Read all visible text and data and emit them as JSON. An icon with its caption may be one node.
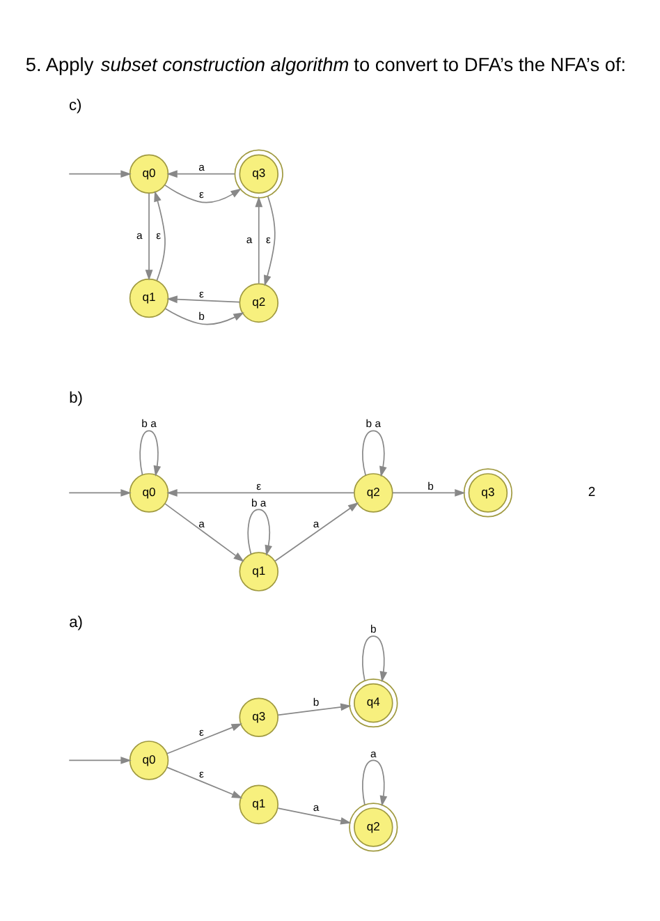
{
  "diagram": {
    "title": "5. Apply *subset construction algorithm* to convert to DFA’s the NFA’s of:",
    "nodes": [
      {
        "text": [
          "q0"
        ]
      },
      {
        "text": [
          "q1"
        ]
      },
      {
        "text": [
          "q2"
        ]
      },
      {
        "text": [
          "q3"
        ]
      },
      {
        "text": [
          "q4"
        ]
      },
      {
        "text": [
          "q0"
        ]
      },
      {
        "text": [
          "q1"
        ]
      },
      {
        "text": [
          "q2"
        ]
      },
      {
        "text": [
          "q3"
        ]
      },
      {
        "text": [
          "q0"
        ]
      },
      {
        "text": [
          "q3"
        ]
      },
      {
        "text": [
          "q1"
        ]
      },
      {
        "text": [
          "q2"
        ]
      }
    ],
    "edges": [
      {
        "from": null,
        "to": 0,
        "arrow": "to"
      },
      {
        "from": 0,
        "to": 1,
        "arrow": "to",
        "label": "ε"
      },
      {
        "from": 0,
        "to": 3,
        "arrow": "to",
        "label": "ε"
      },
      {
        "from": 1,
        "to": 2,
        "arrow": "to",
        "label": "a"
      },
      {
        "from": 2,
        "to": 2,
        "arrow": "to",
        "label": "a"
      },
      {
        "from": 3,
        "to": 4,
        "arrow": "to",
        "label": "b"
      },
      {
        "from": 4,
        "to": 4,
        "arrow": "to",
        "label": "b"
      },
      {
        "from": null,
        "to": 5,
        "arrow": "to"
      },
      {
        "from": 5,
        "to": 5,
        "arrow": "to",
        "label": "b a"
      },
      {
        "from": 5,
        "to": 6,
        "arrow": "to",
        "label": "a"
      },
      {
        "from": 6,
        "to": 6,
        "arrow": "to",
        "label": "b a"
      },
      {
        "from": 6,
        "to": 7,
        "arrow": "to",
        "label": "a"
      },
      {
        "from": 7,
        "to": 7,
        "arrow": "to",
        "label": "b a"
      },
      {
        "from": 7,
        "to": 5,
        "arrow": "to",
        "label": "ε"
      },
      {
        "from": 7,
        "to": 8,
        "arrow": "to",
        "label": "b"
      },
      {
        "from": null,
        "to": 9,
        "arrow": "to"
      },
      {
        "from": 9,
        "to": 10,
        "arrow": "to",
        "label": "ε"
      },
      {
        "from": 10,
        "to": 9,
        "arrow": "to",
        "label": "a"
      },
      {
        "from": 11,
        "to": 9,
        "arrow": "to",
        "label": "ε"
      },
      {
        "from": 9,
        "to": 11,
        "arrow": "to",
        "label": "a"
      },
      {
        "from": 11,
        "to": 12,
        "arrow": "to",
        "label": "b"
      },
      {
        "from": 12,
        "to": 11,
        "arrow": "to",
        "label": "ε"
      },
      {
        "from": 12,
        "to": 10,
        "arrow": "to",
        "label": "a"
      },
      {
        "from": 10,
        "to": 12,
        "arrow": "to",
        "label": "ε"
      }
    ],
    "labels": [
      "a)",
      "b)",
      "c)",
      "2"
    ]
  }
}
